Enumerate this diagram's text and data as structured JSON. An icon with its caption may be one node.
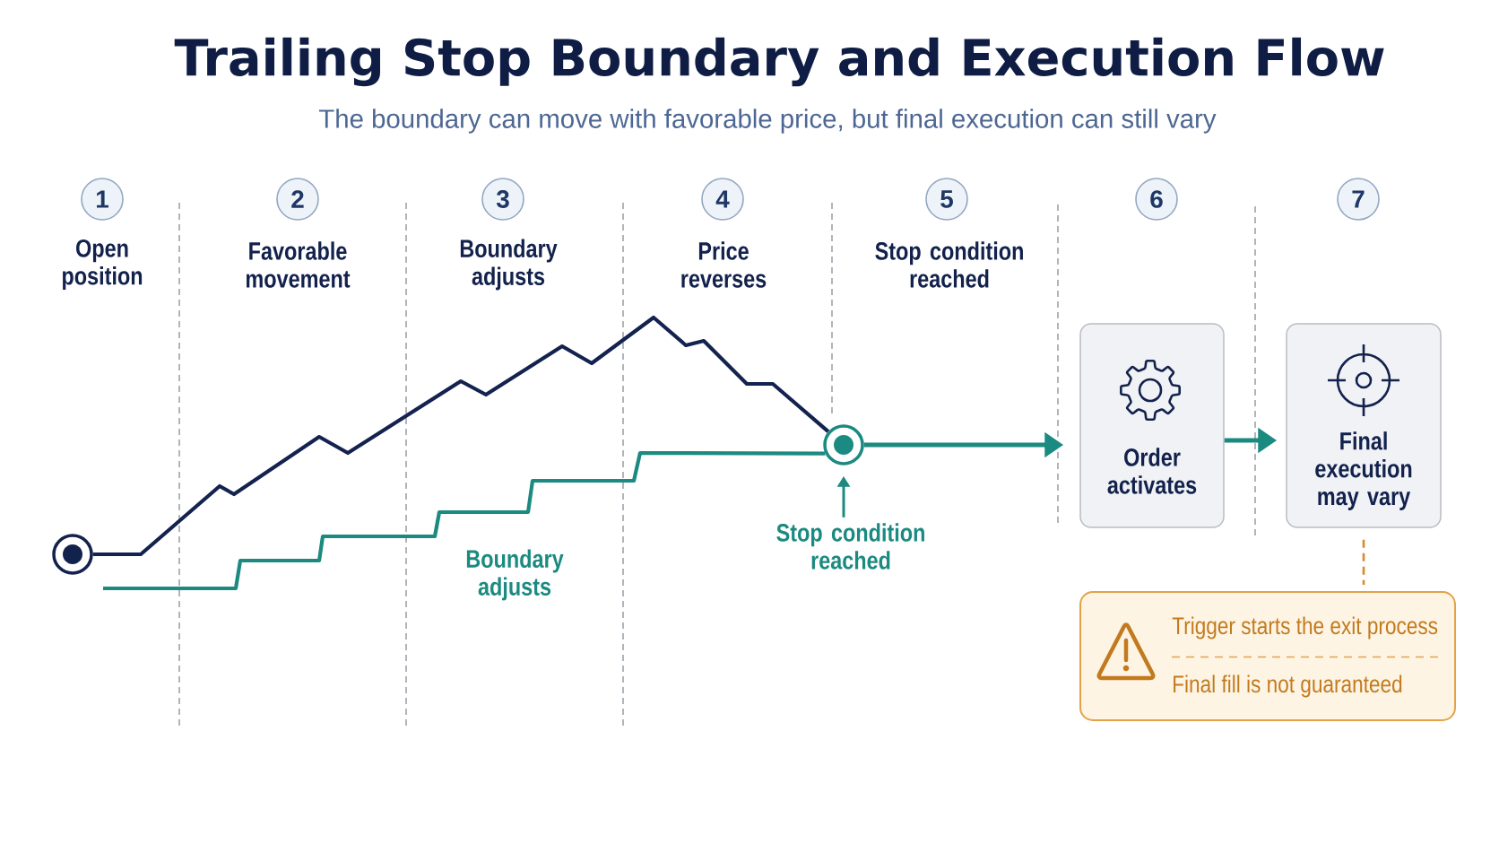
{
  "diagram": {
    "title": "Trailing Stop Boundary and Execution Flow",
    "nodes": [
      {
        "text": [
          "1"
        ],
        "beside": [
          "Open position"
        ]
      },
      {
        "text": [
          "2"
        ],
        "beside": [
          "Favorable movement"
        ]
      },
      {
        "text": [
          "3"
        ],
        "beside": [
          "Boundary adjusts"
        ]
      },
      {
        "text": [
          "4"
        ],
        "beside": [
          "Price reverses"
        ]
      },
      {
        "text": [
          "5"
        ],
        "beside": [
          "Stop condition reached"
        ]
      },
      {
        "text": [
          "6"
        ]
      },
      {
        "text": [
          "7"
        ]
      },
      {
        "text": [],
        "shape": "circle"
      },
      {
        "text": [],
        "shape": "circle"
      },
      {
        "text": [
          "Stop condition reached"
        ]
      },
      {
        "text": [
          "Order activates"
        ]
      },
      {
        "text": [
          "Final execution may vary"
        ]
      },
      {
        "text": [
          "Trigger starts the exit process",
          "Final fill is not guaranteed"
        ]
      }
    ],
    "edges": [
      {
        "from": 7,
        "to": 8,
        "arrow": "none",
        "color": "#14224f"
      },
      {
        "from": null,
        "to": 8,
        "arrow": "none"
      },
      {
        "from": 8,
        "to": 10,
        "arrow": "to"
      },
      {
        "from": 10,
        "to": 11,
        "arrow": "to"
      },
      {
        "from": 11,
        "to": 12,
        "arrow": "none",
        "style": "dashed",
        "color": "#d9892e"
      },
      {
        "from": 9,
        "to": 8,
        "arrow": "to"
      }
    ],
    "labels": [
      "The boundary can move with favorable price, but final execution can still vary",
      "Boundary adjusts"
    ]
  }
}
